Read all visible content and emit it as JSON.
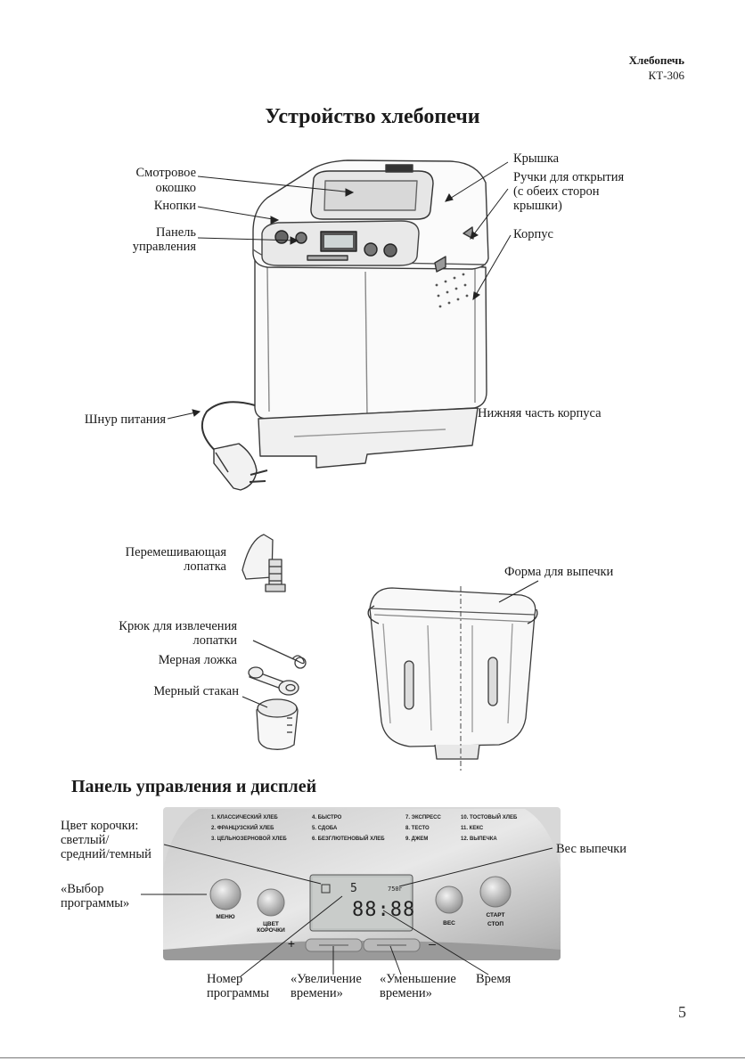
{
  "header": {
    "title": "Хлебопечь",
    "model": "КТ-306"
  },
  "section1": {
    "title": "Устройство хлебопечи",
    "labels": {
      "window_l1": "Смотровое",
      "window_l2": "окошко",
      "buttons": "Кнопки",
      "panel_l1": "Панель",
      "panel_l2": "управления",
      "cord": "Шнур питания",
      "lid": "Крышка",
      "handles_l1": "Ручки для открытия",
      "handles_l2": "(с обеих сторон",
      "handles_l3": "крышки)",
      "body": "Корпус",
      "bottom": "Нижняя часть корпуса",
      "paddle_l1": "Перемешивающая",
      "paddle_l2": "лопатка",
      "pan": "Форма для выпечки",
      "hook_l1": "Крюк для извлечения",
      "hook_l2": "лопатки",
      "spoon": "Мерная ложка",
      "cup": "Мерный стакан"
    }
  },
  "section2": {
    "title": "Панель управления и дисплей",
    "labels": {
      "crust_l1": "Цвет корочки:",
      "crust_l2": "светлый/",
      "crust_l3": "средний/темный",
      "weight": "Вес выпечки",
      "select_l1": "«Выбор",
      "select_l2": "программы»",
      "prog_l1": "Номер",
      "prog_l2": "программы",
      "inc_l1": "«Увеличение",
      "inc_l2": "времени»",
      "dec_l1": "«Уменьшение",
      "dec_l2": "времени»",
      "time": "Время"
    },
    "programs": [
      "1. КЛАССИЧЕСКИЙ ХЛЕБ",
      "2. ФРАНЦУЗСКИЙ ХЛЕБ",
      "3. ЦЕЛЬНОЗЕРНОВОЙ ХЛЕБ",
      "4. БЫСТРО",
      "5. СДОБА",
      "6. БЕЗГЛЮТЕНОВЫЙ ХЛЕБ",
      "7. ЭКСПРЕСС",
      "8. ТЕСТО",
      "9. ДЖЕМ",
      "10. ТОСТОВЫЙ ХЛЕБ",
      "11. КЕКС",
      "12. ВЫПЕЧКА"
    ],
    "buttons": {
      "menu": "МЕНЮ",
      "crust": "ЦВЕТ КОРОЧКИ",
      "weight": "ВЕС",
      "start": "СТАРТ",
      "stop": "СТОП",
      "plus": "+",
      "minus": "–"
    },
    "display": {
      "program": "5",
      "weight": "750г",
      "time": "88:88"
    }
  },
  "page_number": "5"
}
